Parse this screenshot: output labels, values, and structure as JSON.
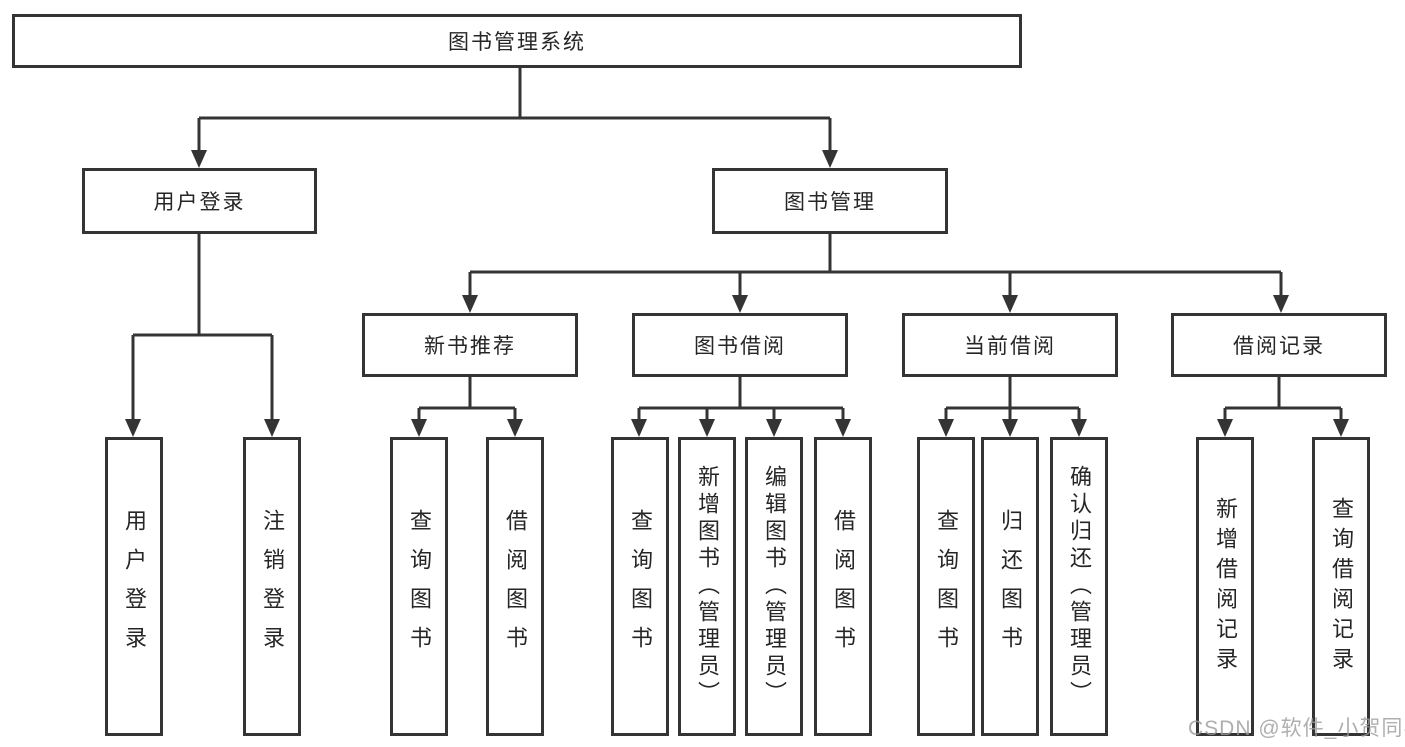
{
  "title": "图书管理系统",
  "watermark": "CSDN @软件_小贺同学",
  "nodes": {
    "root": "图书管理系统",
    "user_login": "用户登录",
    "book_mgmt": "图书管理",
    "new_book_rec": "新书推荐",
    "book_borrow": "图书借阅",
    "current_borrow": "当前借阅",
    "borrow_records": "借阅记录",
    "leaf_user_login": "用户登录",
    "leaf_logout": "注销登录",
    "leaf_nbr_query": "查询图书",
    "leaf_nbr_borrow": "借阅图书",
    "leaf_bb_query": "查询图书",
    "leaf_bb_add": "新增图书（管理员）",
    "leaf_bb_edit": "编辑图书（管理员）",
    "leaf_bb_borrow": "借阅图书",
    "leaf_cb_query": "查询图书",
    "leaf_cb_return": "归还图书",
    "leaf_cb_confirm": "确认归还（管理员）",
    "leaf_br_add": "新增借阅记录",
    "leaf_br_query": "查询借阅记录"
  },
  "hierarchy": {
    "图书管理系统": {
      "用户登录": [
        "用户登录",
        "注销登录"
      ],
      "图书管理": {
        "新书推荐": [
          "查询图书",
          "借阅图书"
        ],
        "图书借阅": [
          "查询图书",
          "新增图书（管理员）",
          "编辑图书（管理员）",
          "借阅图书"
        ],
        "当前借阅": [
          "查询图书",
          "归还图书",
          "确认归还（管理员）"
        ],
        "借阅记录": [
          "新增借阅记录",
          "查询借阅记录"
        ]
      }
    }
  }
}
